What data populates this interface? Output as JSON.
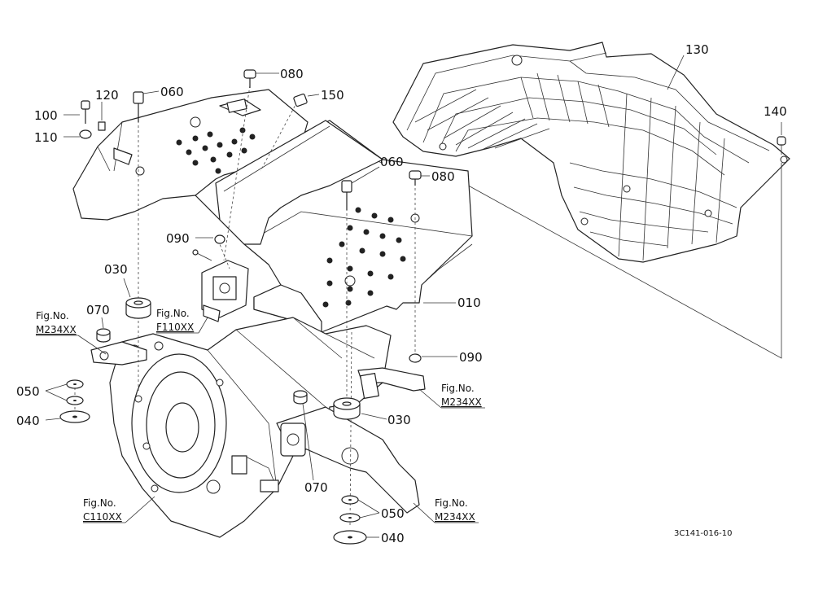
{
  "callouts": {
    "c010": "010",
    "c030a": "030",
    "c030b": "030",
    "c040a": "040",
    "c040b": "040",
    "c050a": "050",
    "c050b": "050",
    "c060a": "060",
    "c060b": "060",
    "c070a": "070",
    "c070b": "070",
    "c080a": "080",
    "c080b": "080",
    "c090a": "090",
    "c090b": "090",
    "c100": "100",
    "c110": "110",
    "c120": "120",
    "c130": "130",
    "c140": "140",
    "c150": "150"
  },
  "fig_refs": {
    "ref1": {
      "label": "Fig.No.",
      "code": "M234XX"
    },
    "ref2": {
      "label": "Fig.No.",
      "code": "F110XX"
    },
    "ref3": {
      "label": "Fig.No.",
      "code": "M234XX"
    },
    "ref4": {
      "label": "Fig.No.",
      "code": "C110XX"
    },
    "ref5": {
      "label": "Fig.No.",
      "code": "M234XX"
    }
  },
  "doc_id": "3C141-016-10"
}
